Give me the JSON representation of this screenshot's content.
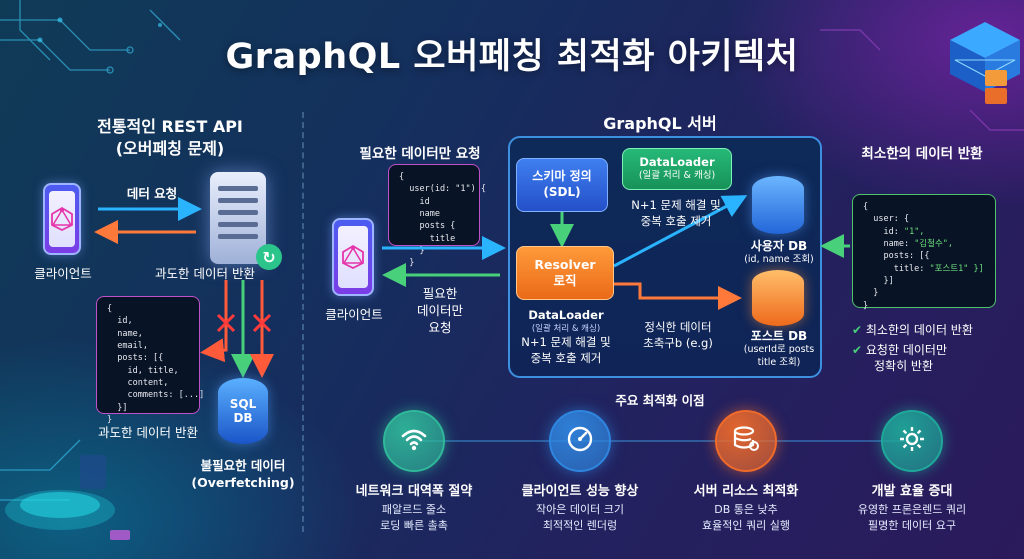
{
  "title": "GraphQL 오버페칭 최적화 아키텍처",
  "left": {
    "title_line1": "전통적인 REST API",
    "title_line2": "(오버페칭 문제)",
    "request_label": "데터 요청",
    "client_label": "클라이언트",
    "server_return_label": "과도한 데이터 반환",
    "code_lines": [
      "{",
      "  id,",
      "  name,",
      "  email,",
      "  posts: [{",
      "    id, title,",
      "    content,",
      "    comments: [...]",
      "  }]",
      "}"
    ],
    "code_caption": "과도한 데이터 반환",
    "db_label_1": "SQL",
    "db_label_2": "DB",
    "db_caption_1": "불필요한 데이터",
    "db_caption_2": "(Overfetching)"
  },
  "middle": {
    "request_title": "필요한 데이터만 요청",
    "query_lines": [
      "{",
      "  user(id: \"1\") {",
      "    id",
      "    name",
      "    posts {",
      "      title",
      "    }",
      "  }",
      "}"
    ],
    "client_label": "클라이언트",
    "response_label_1": "필요한",
    "response_label_2": "데이터만",
    "response_label_3": "요청",
    "server_title": "GraphQL 서버",
    "schema_label_1": "스키마 정의",
    "schema_label_2": "(SDL)",
    "dataloader_top_1": "DataLoader",
    "dataloader_top_2": "(일괄 처리 & 캐싱)",
    "n1_top_1": "N+1 문제 해결 및",
    "n1_top_2": "중복 호출 제거",
    "resolver_1": "Resolver",
    "resolver_2": "로직",
    "dl_bottom_1": "DataLoader",
    "dl_bottom_2": "(일괄 처리 & 캐싱)",
    "dl_bottom_3": "N+1 문제 해결 및",
    "dl_bottom_4": "중복 호출 제거",
    "precise_1": "정식한 데이터",
    "precise_2": "초축구b (e.g)",
    "user_db_1": "사용자 DB",
    "user_db_2": "(id, name 조회)",
    "post_db_1": "포스트 DB",
    "post_db_2": "(userId로 posts",
    "post_db_3": "title 조회)"
  },
  "right": {
    "title": "최소한의 데이터 반환",
    "result_lines": [
      {
        "k": "{",
        "s": ""
      },
      {
        "k": "  user: {",
        "s": ""
      },
      {
        "k": "    id: ",
        "s": "\"1\","
      },
      {
        "k": "    name: ",
        "s": "\"김철수\","
      },
      {
        "k": "    posts: [{",
        "s": ""
      },
      {
        "k": "      title: ",
        "s": "\"포스트1\" }]"
      },
      {
        "k": "    }]",
        "s": ""
      },
      {
        "k": "  }",
        "s": ""
      },
      {
        "k": "}",
        "s": ""
      }
    ],
    "check_1": "최소한의 데이터 반환",
    "check_2_1": "요청한 데이터만",
    "check_2_2": "정확히 반환"
  },
  "benefits": {
    "title": "주요 최적화 이점",
    "items": [
      {
        "title": "네트워크 대역폭 절약",
        "d1": "패알르드 줄소",
        "d2": "로딩 빠른 촐촉",
        "color": "#2fb89a",
        "icon": "wifi-icon"
      },
      {
        "title": "클라이언트 성능 향상",
        "d1": "작아은 데이터 크기",
        "d2": "최적적인 렌더렁",
        "color": "#2f86e0",
        "icon": "gauge-icon"
      },
      {
        "title": "서버 리소스 최적화",
        "d1": "DB 통은 낮추",
        "d2": "효율적인 쿼리 실행",
        "color": "#f06a2a",
        "icon": "database-gear-icon"
      },
      {
        "title": "개발 효율 증대",
        "d1": "유영한 프론은렌드 쿼리",
        "d2": "필명한 데이터 요구",
        "color": "#1fa89a",
        "icon": "gear-icon"
      }
    ]
  }
}
